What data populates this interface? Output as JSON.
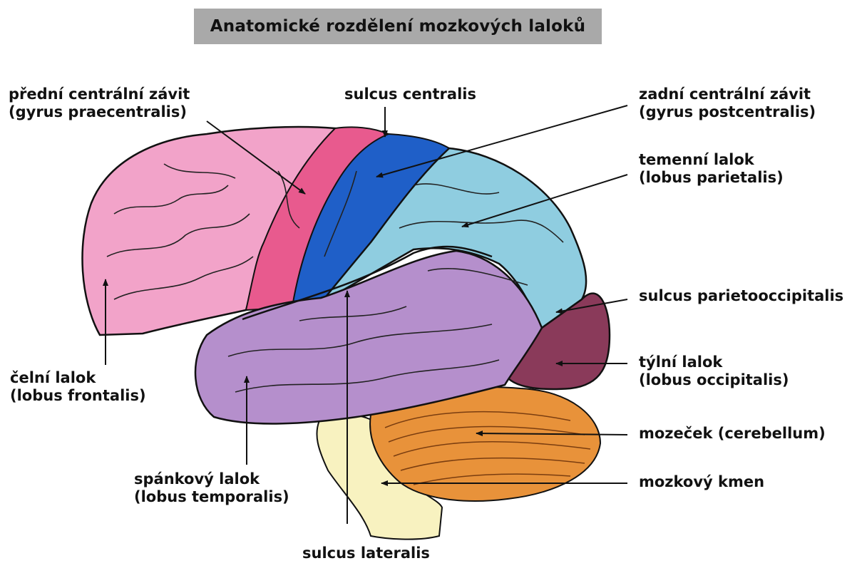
{
  "title": "Anatomické  rozdělení mozkových laloků",
  "labels": {
    "precentral": {
      "line1": "přední centrální  závit",
      "line2": "(gyrus praecentralis)"
    },
    "sulcus_centralis": {
      "line1": "sulcus centralis"
    },
    "postcentral": {
      "line1": "zadní centrální závit",
      "line2": "(gyrus postcentralis)"
    },
    "parietal": {
      "line1": "temenní lalok",
      "line2": "(lobus parietalis)"
    },
    "parietooccipital": {
      "line1": "sulcus parietooccipitalis"
    },
    "occipital": {
      "line1": "týlní lalok",
      "line2": "(lobus occipitalis)"
    },
    "cerebellum": {
      "line1": "mozeček  (cerebellum)"
    },
    "brainstem": {
      "line1": "mozkový  kmen"
    },
    "frontal": {
      "line1": "čelní lalok",
      "line2": "(lobus frontalis)"
    },
    "temporal": {
      "line1": "spánkový lalok",
      "line2": "(lobus temporalis)"
    },
    "sulcus_lateralis": {
      "line1": "sulcus lateralis"
    }
  },
  "colors": {
    "frontal": "#f2a3c9",
    "precentral": "#e85a8e",
    "postcentral": "#1f5fc8",
    "parietal": "#8fcde0",
    "temporal": "#b58fcc",
    "occipital": "#8a3a5a",
    "cerebellum": "#e8923a",
    "brainstem": "#f8f2c0"
  }
}
